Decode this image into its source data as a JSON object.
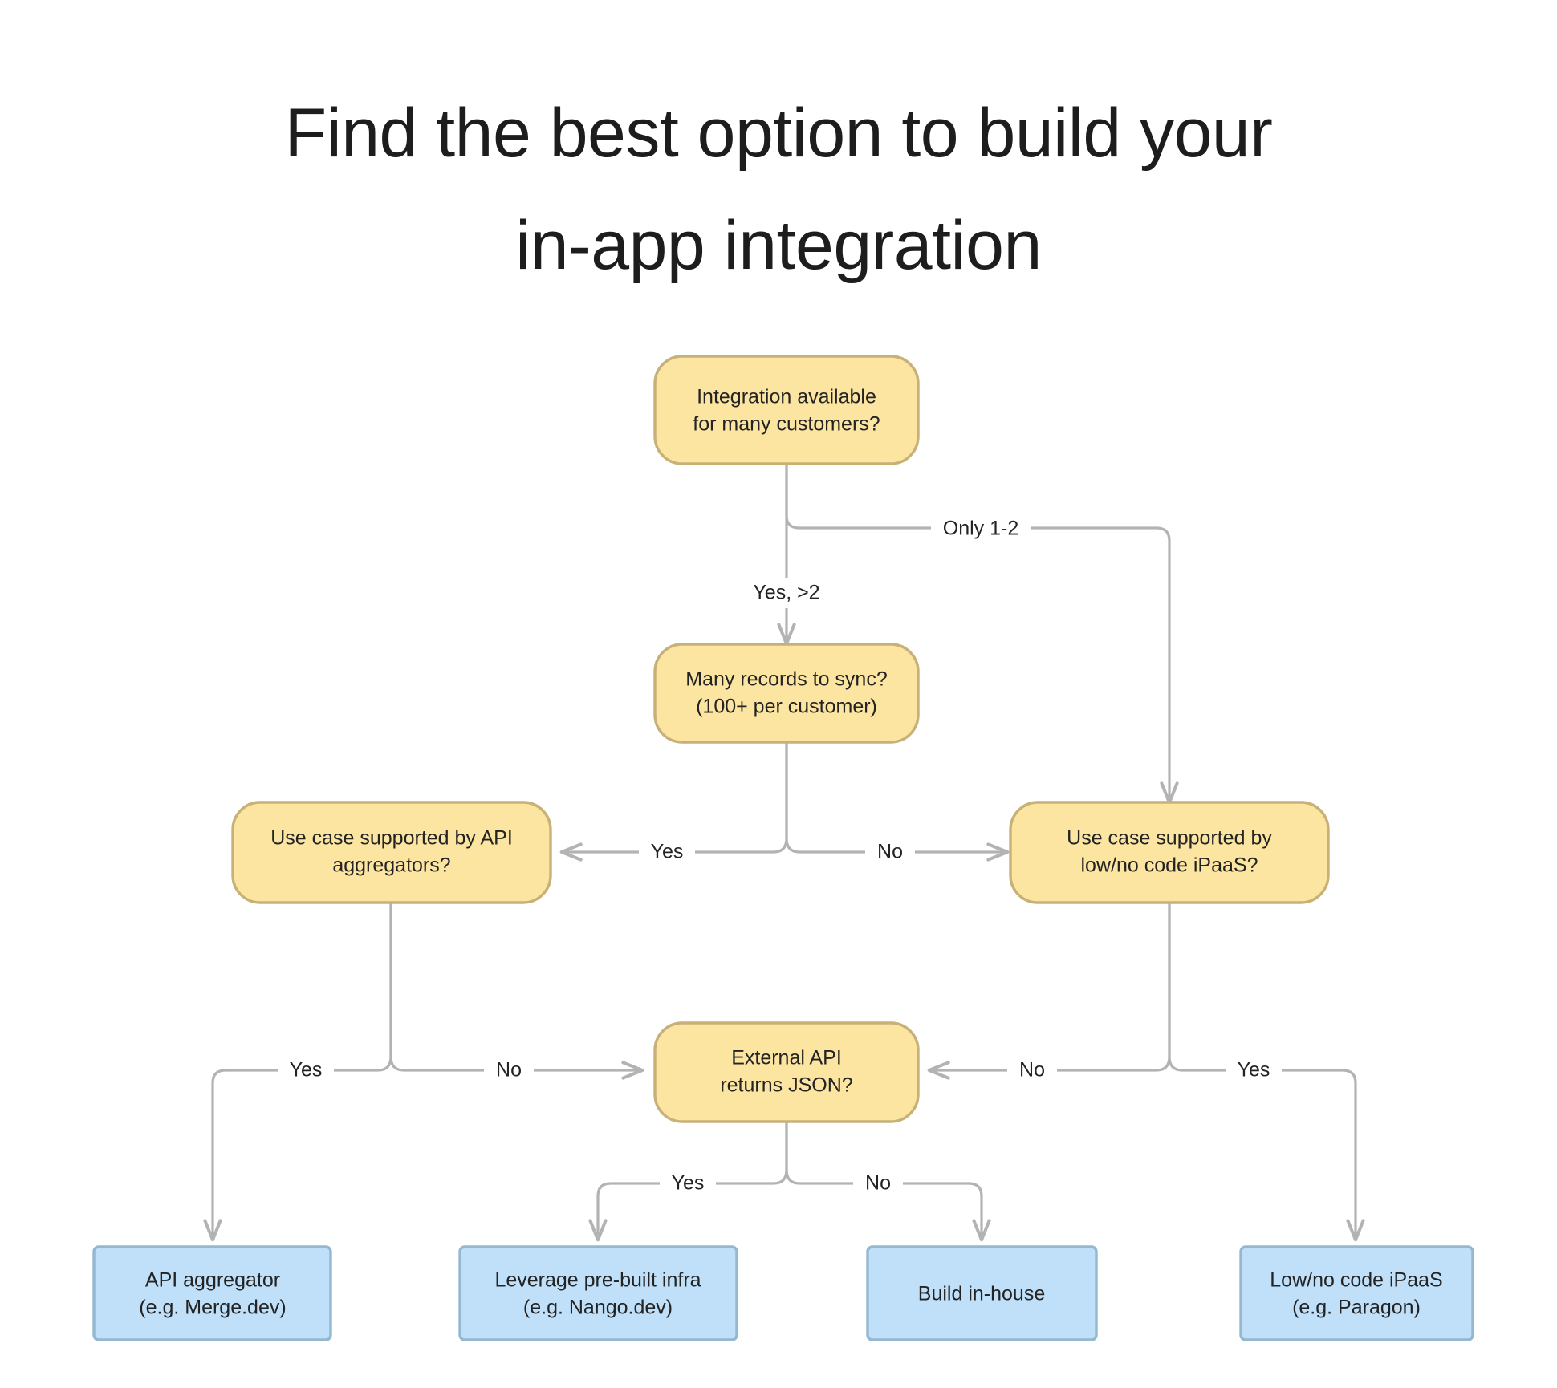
{
  "title": {
    "line1": "Find the best option to build your",
    "line2": "in-app integration"
  },
  "colors": {
    "decision_fill": "#fce5a0",
    "decision_border": "#c7b179",
    "result_fill": "#bfe0f8",
    "result_border": "#94b8cf",
    "edge": "#b3b3b3",
    "text": "#232323",
    "background": "#ffffff"
  },
  "diagram": {
    "type": "flowchart",
    "orientation": "top-down",
    "nodes": [
      {
        "id": "n1",
        "kind": "decision",
        "lines": [
          "Integration available",
          "for many customers?"
        ]
      },
      {
        "id": "n2",
        "kind": "decision",
        "lines": [
          "Many records to sync?",
          "(100+ per customer)"
        ]
      },
      {
        "id": "n3",
        "kind": "decision",
        "lines": [
          "Use case supported by API",
          "aggregators?"
        ]
      },
      {
        "id": "n4",
        "kind": "decision",
        "lines": [
          "Use case supported by",
          "low/no code iPaaS?"
        ]
      },
      {
        "id": "n5",
        "kind": "decision",
        "lines": [
          "External API",
          "returns JSON?"
        ]
      },
      {
        "id": "r1",
        "kind": "result",
        "lines": [
          "API aggregator",
          "(e.g. Merge.dev)"
        ]
      },
      {
        "id": "r2",
        "kind": "result",
        "lines": [
          "Leverage pre-built infra",
          "(e.g. Nango.dev)"
        ]
      },
      {
        "id": "r3",
        "kind": "result",
        "lines": [
          "Build in-house"
        ]
      },
      {
        "id": "r4",
        "kind": "result",
        "lines": [
          "Low/no code iPaaS",
          "(e.g. Paragon)"
        ]
      }
    ],
    "edges": [
      {
        "id": "e1",
        "from": "n1",
        "to": "n2",
        "label": "Yes, >2"
      },
      {
        "id": "e2",
        "from": "n1",
        "to": "n4",
        "label": "Only 1-2"
      },
      {
        "id": "e3",
        "from": "n2",
        "to": "n3",
        "label": "Yes"
      },
      {
        "id": "e4",
        "from": "n2",
        "to": "n4",
        "label": "No"
      },
      {
        "id": "e5",
        "from": "n3",
        "to": "r1",
        "label": "Yes"
      },
      {
        "id": "e6",
        "from": "n3",
        "to": "n5",
        "label": "No"
      },
      {
        "id": "e7",
        "from": "n4",
        "to": "n5",
        "label": "No"
      },
      {
        "id": "e8",
        "from": "n4",
        "to": "r4",
        "label": "Yes"
      },
      {
        "id": "e9",
        "from": "n5",
        "to": "r2",
        "label": "Yes"
      },
      {
        "id": "e10",
        "from": "n5",
        "to": "r3",
        "label": "No"
      }
    ]
  }
}
